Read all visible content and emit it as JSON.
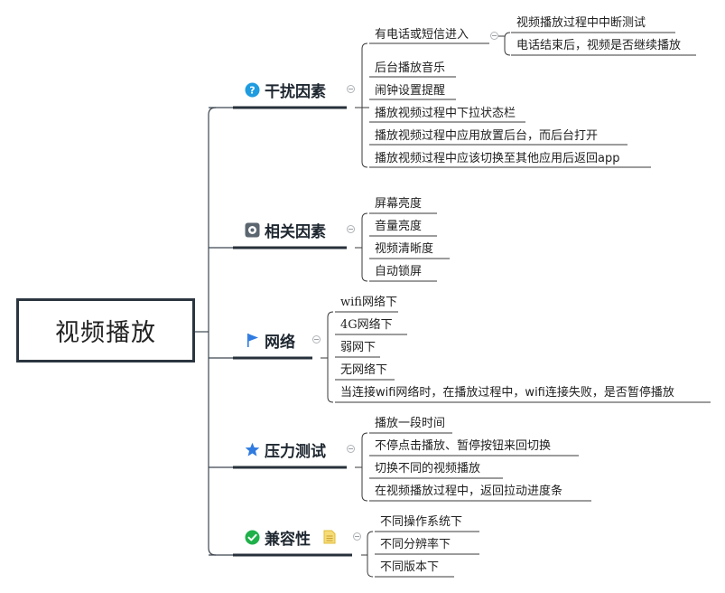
{
  "root": {
    "label": "视频播放"
  },
  "branches": [
    {
      "key": "interference",
      "label": "干扰因素",
      "icon": "question-icon",
      "leaves": [
        "有电话或短信进入",
        "后台播放音乐",
        "闹钟设置提醒",
        "播放视频过程中下拉状态栏",
        "播放视频过程中应用放置后台，而后台打开",
        "播放视频过程中应该切换至其他应用后返回app"
      ],
      "subleaves": [
        "视频播放过程中中断测试",
        "电话结束后，视频是否继续播放"
      ]
    },
    {
      "key": "related",
      "label": "相关因素",
      "icon": "image-icon",
      "leaves": [
        "屏幕亮度",
        "音量亮度",
        "视频清晰度",
        "自动锁屏"
      ]
    },
    {
      "key": "network",
      "label": "网络",
      "icon": "flag-icon",
      "leaves": [
        "wifi网络下",
        "4G网络下",
        "弱网下",
        "无网络下",
        "当连接wifi网络时，在播放过程中，wifi连接失败，是否暂停播放"
      ]
    },
    {
      "key": "stress",
      "label": "压力测试",
      "icon": "star-icon",
      "leaves": [
        "播放一段时间",
        "不停点击播放、暂停按钮来回切换",
        "切换不同的视频播放",
        "在视频播放过程中，返回拉动进度条"
      ]
    },
    {
      "key": "compat",
      "label": "兼容性",
      "icon": "check-circle-icon",
      "note_icon": "note-icon",
      "leaves": [
        "不同操作系统下",
        "不同分辨率下",
        "不同版本下"
      ]
    }
  ],
  "colors": {
    "line": "#3d4650",
    "branch_underline": "#27313b",
    "leaf_line": "#3a3a3a",
    "question": "#1f9be0",
    "flag": "#2f7be0",
    "star": "#2f7be0",
    "check": "#1fb04a",
    "note": "#f3d35a"
  }
}
